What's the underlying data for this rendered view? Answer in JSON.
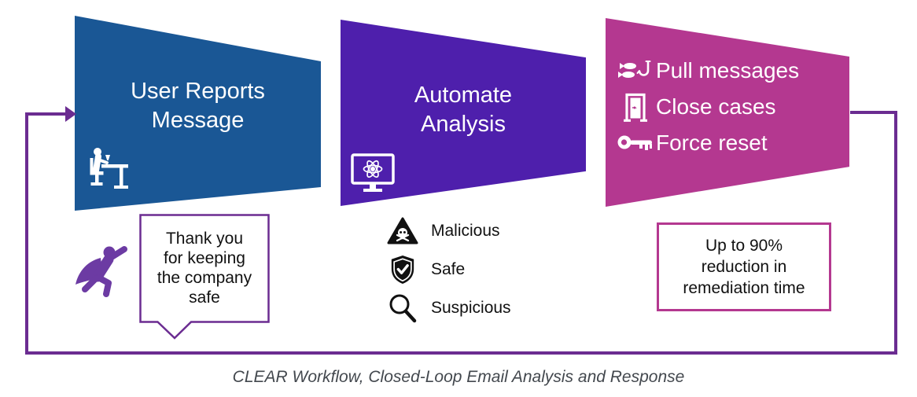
{
  "diagram": {
    "caption": "CLEAR Workflow, Closed-Loop Email Analysis and Response",
    "colors": {
      "step1_blue": "#1A5795",
      "step2_purple": "#4E1FAC",
      "step3_magenta": "#B43890",
      "loop_arrow_purple": "#6B2C91",
      "hero_purple": "#6C3BA3",
      "caption_gray": "#43484E",
      "text_dark": "#111111"
    },
    "steps": [
      {
        "title_lines": [
          "User Reports",
          "Message"
        ],
        "icon": "person-at-desk-icon"
      },
      {
        "title_lines": [
          "Automate",
          "Analysis"
        ],
        "icon": "computer-atom-icon"
      },
      {
        "actions": [
          {
            "icon": "fish-hook-icon",
            "label": "Pull messages"
          },
          {
            "icon": "door-icon",
            "label": "Close cases"
          },
          {
            "icon": "key-icon",
            "label": "Force reset"
          }
        ]
      }
    ],
    "speech_bubble": {
      "lines": [
        "Thank you",
        "for keeping",
        "the company",
        "safe"
      ]
    },
    "verdicts": [
      {
        "icon": "skull-warning-icon",
        "label": "Malicious"
      },
      {
        "icon": "shield-check-icon",
        "label": "Safe"
      },
      {
        "icon": "magnifier-icon",
        "label": "Suspicious"
      }
    ],
    "result_box": {
      "lines": [
        "Up to 90%",
        "reduction in",
        "remediation time"
      ]
    }
  }
}
